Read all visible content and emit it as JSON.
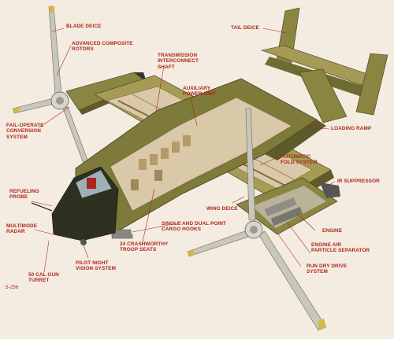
{
  "figure_id": "5-256",
  "callouts": {
    "blade_deice": "BLADE DEICE",
    "advanced_composite_rotors": "ADVANCED COMPOSITE\nROTORS",
    "transmission_interconnect_shaft": "TRANSMISSION\nINTERCONNECT\nSHAFT",
    "tail_deice": "TAIL DEICE",
    "auxiliary_power_unit": "AUXILIARY\nPOWER UNIT",
    "fail_operate_conversion_system": "FAIL-OPERATE\nCONVERSION\nSYSTEM",
    "loading_ramp": "LOADING RAMP",
    "automatic_fold_system": "AUTOMATIC\nFOLD SYSTEM",
    "ir_suppressor": "IR SUPPRESSOR",
    "refueling_probe": "REFUELING\nPROBE",
    "wing_deice": "WING DEICE",
    "multimode_radar": "MULTIMODE\nRADAR",
    "cargo_hooks": "SINGLE AND DUAL POINT\nCARGO HOOKS",
    "engine": "ENGINE",
    "troop_seats": "24 CRASHWORTHY\nTROOP SEATS",
    "engine_air_particle_separator": "ENGINE AIR\nPARTICLE SEPARATOR",
    "pilot_night_vision_system": "PILOT NIGHT\nVISION SYSTEM",
    "run_dry_drive_system": "RUN DRY DRIVE\nSYSTEM",
    "gun_turret": "50 CAL GUN\nTURRET"
  },
  "colors": {
    "label_red": "#b0241e",
    "skin_olive": "#7d7a3a",
    "skin_light": "#b3a862",
    "interior": "#d9c9a8",
    "nose_dark": "#2e3020",
    "blade_gray": "#c9c6bc",
    "blade_tip": "#d4b84a",
    "background": "#f4ece0"
  }
}
